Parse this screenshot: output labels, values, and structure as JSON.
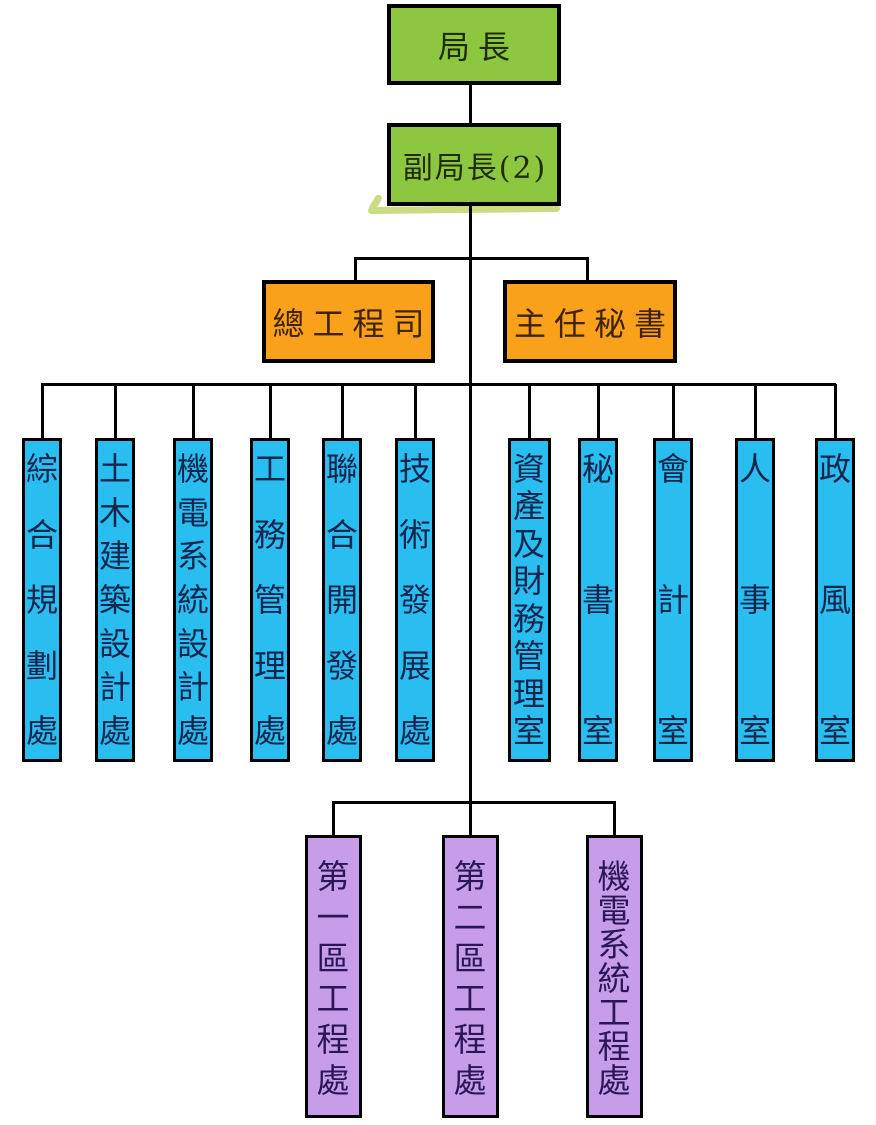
{
  "org_chart": {
    "type": "organization-chart",
    "root": {
      "label": "局長"
    },
    "deputy": {
      "label": "副局長(2)"
    },
    "senior_staff": [
      {
        "label": "總工程司"
      },
      {
        "label": "主任秘書"
      }
    ],
    "departments": [
      {
        "label": "綜合規劃處"
      },
      {
        "label": "土木建築設計處"
      },
      {
        "label": "機電系統設計處"
      },
      {
        "label": "工務管理處"
      },
      {
        "label": "聯合開發處"
      },
      {
        "label": "技術發展處"
      },
      {
        "label": "資產及財務管理室"
      },
      {
        "label": "秘書室"
      },
      {
        "label": "會計室"
      },
      {
        "label": "人事室"
      },
      {
        "label": "政風室"
      }
    ],
    "district_offices": [
      {
        "label": "第一區工程處"
      },
      {
        "label": "第二區工程處"
      },
      {
        "label": "機電系統工程處"
      }
    ],
    "colors": {
      "executive": "#8dc63f",
      "senior_staff": "#f9a11b",
      "department": "#2abdf0",
      "district_office": "#c79ce9",
      "connector": "#000000",
      "highlight": "#c9dc82"
    }
  }
}
